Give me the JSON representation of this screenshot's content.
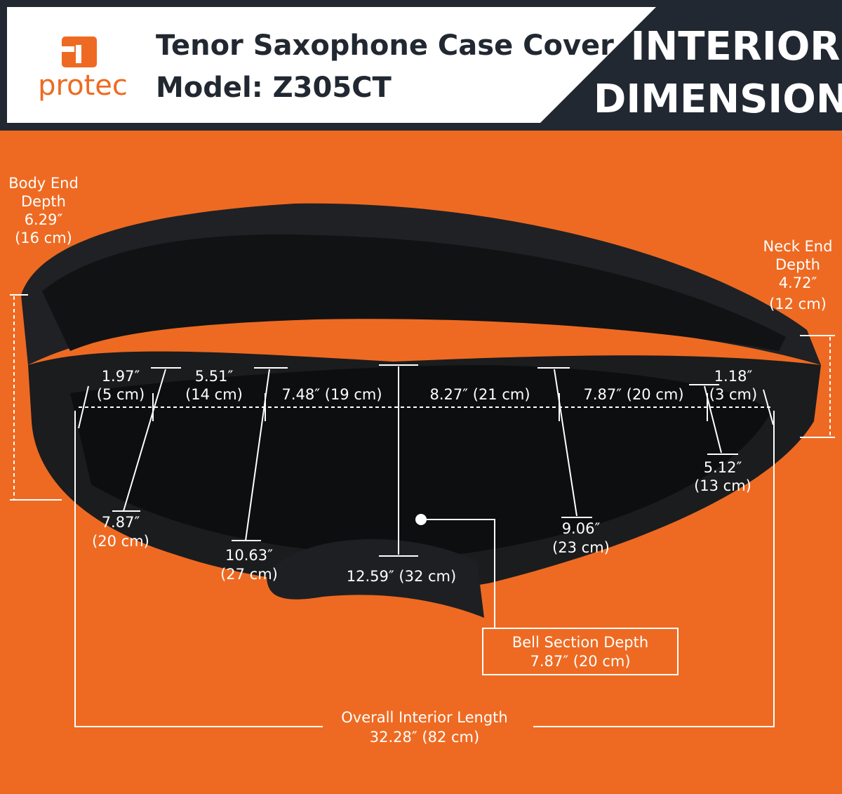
{
  "header": {
    "brand": "protec",
    "title": "Tenor Saxophone Case Cover",
    "model": "Model: Z305CT",
    "badge_line1": "INTERIOR",
    "badge_line2": "DIMENSIONS"
  },
  "colors": {
    "background": "#ee6a22",
    "header": "#222831",
    "bag": "#1b1c1e"
  },
  "dimensions": {
    "body_end": [
      "Body End",
      "Depth",
      "6.29″",
      "(16 cm)"
    ],
    "neck_end": [
      "Neck End",
      "Depth",
      "4.72″",
      "(12 cm)"
    ],
    "top": [
      [
        "1.97″",
        "(5 cm)"
      ],
      [
        "5.51″",
        "(14 cm)"
      ],
      [
        "7.48″ (19 cm)"
      ],
      [
        "8.27″ (21 cm)"
      ],
      [
        "7.87″ (20 cm)"
      ],
      [
        "1.18″",
        "(3 cm)"
      ]
    ],
    "depths": [
      [
        "7.87″",
        "(20 cm)"
      ],
      [
        "10.63″",
        "(27 cm)"
      ],
      [
        "12.59″ (32 cm)"
      ],
      [
        "9.06″",
        "(23 cm)"
      ],
      [
        "5.12″",
        "(13 cm)"
      ]
    ],
    "bell": [
      "Bell Section Depth",
      "7.87″ (20 cm)"
    ],
    "overall": [
      "Overall Interior Length",
      "32.28″ (82 cm)"
    ]
  }
}
